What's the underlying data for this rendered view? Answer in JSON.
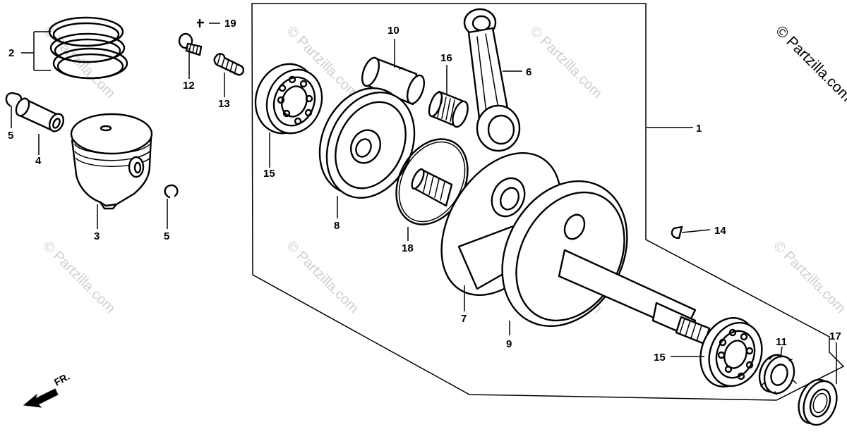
{
  "diagram": {
    "watermark_text": "© Partzilla.com",
    "front_indicator": "FR.",
    "callouts": {
      "c1": "1",
      "c2": "2",
      "c3": "3",
      "c4": "4",
      "c5a": "5",
      "c5b": "5",
      "c6": "6",
      "c7": "7",
      "c8": "8",
      "c9": "9",
      "c10": "10",
      "c11": "11",
      "c12": "12",
      "c13": "13",
      "c14": "14",
      "c15a": "15",
      "c15b": "15",
      "c16": "16",
      "c17": "17",
      "c18": "18",
      "c19": "19"
    }
  }
}
